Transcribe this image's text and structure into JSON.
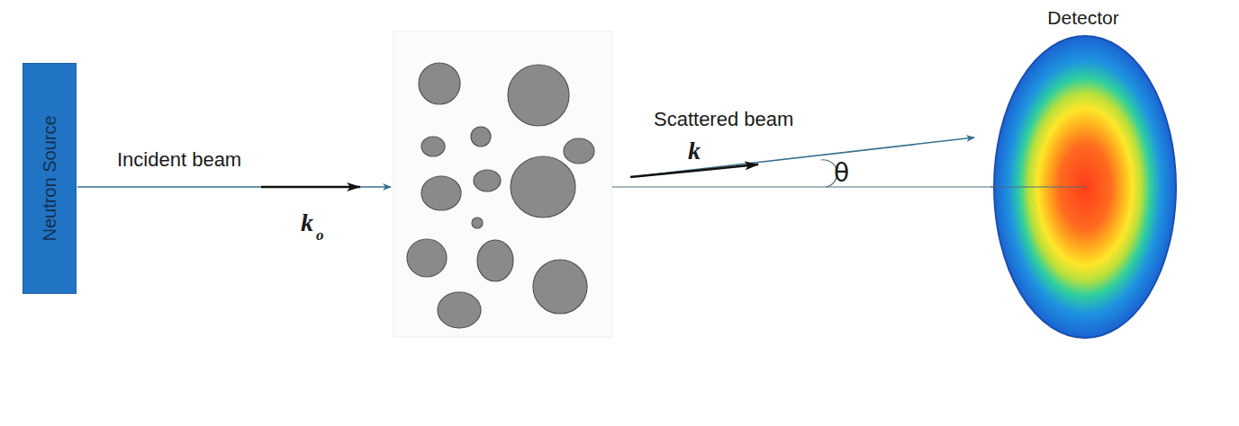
{
  "diagram": {
    "nodes": [
      {
        "text": [
          "Neutron Source"
        ]
      },
      {
        "text": [
          "Detector"
        ]
      }
    ],
    "labels": [
      "Incident beam",
      "k",
      "o",
      "Scattered beam",
      "k",
      "θ"
    ]
  }
}
